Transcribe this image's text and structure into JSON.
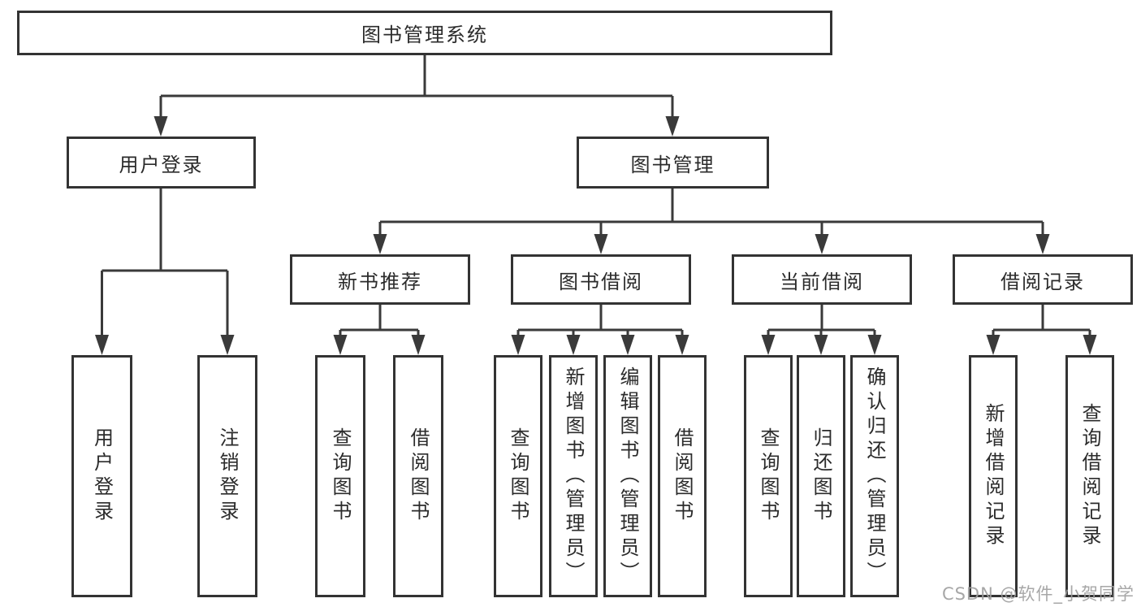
{
  "palette": {
    "background": "#ffffff",
    "line_color": "#3a3a3a",
    "box_border_color": "#333333",
    "text_color": "#2b2b2b",
    "watermark_color": "#9e9e9e"
  },
  "nodes": {
    "root": "图书管理系统",
    "level2": [
      "用户登录",
      "图书管理"
    ],
    "level3": [
      "新书推荐",
      "图书借阅",
      "当前借阅",
      "借阅记录"
    ],
    "leaves_user_login": [
      "用户登录",
      "注销登录"
    ],
    "leaves_new_book_recommend": [
      "查询图书",
      "借阅图书"
    ],
    "leaves_book_borrow": [
      "查询图书",
      "新增图书（管理员）",
      "编辑图书（管理员）",
      "借阅图书"
    ],
    "leaves_current_borrow": [
      "查询图书",
      "归还图书",
      "确认归还（管理员）"
    ],
    "leaves_borrow_records": [
      "新增借阅记录",
      "查询借阅记录"
    ]
  },
  "watermark": {
    "text": "CSDN @软件_小贺同学"
  }
}
